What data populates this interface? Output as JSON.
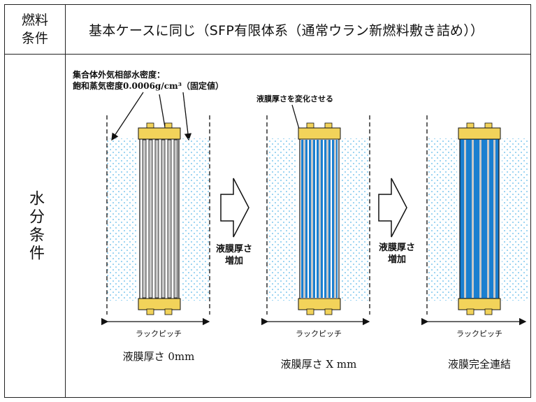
{
  "header": {
    "label": "燃料\n条件",
    "value": "基本ケースに同じ（SFP有限体系（通常ウラン新燃料敷き詰め））"
  },
  "side": {
    "label": "水分条件"
  },
  "annotations": {
    "density_line1": "集合体外気相部水密度：",
    "density_line2": "飽和蒸気密度0.0006g/cm³（固定値）",
    "vary": "液膜厚さを変化させる"
  },
  "arrows": {
    "label1_line1": "液膜厚さ",
    "label1_line2": "増加",
    "label2_line1": "液膜厚さ",
    "label2_line2": "増加"
  },
  "panels": [
    {
      "pitch_label": "ラックピッチ",
      "caption": "液膜厚さ 0mm"
    },
    {
      "pitch_label": "ラックピッチ",
      "caption": "液膜厚さ X mm"
    },
    {
      "pitch_label": "ラックピッチ",
      "caption": "液膜完全連結"
    }
  ],
  "colors": {
    "water_dot": "#7ec8ee",
    "film_blue": "#1a7fd0",
    "nozzle_yellow": "#f2d35a",
    "rod_gray": "#c8c8c8"
  }
}
